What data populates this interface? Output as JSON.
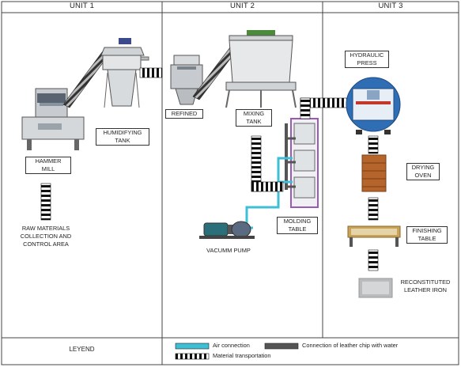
{
  "units": [
    "UNIT 1",
    "UNIT 2",
    "UNIT 3"
  ],
  "labels": {
    "hammer_mill": [
      "HAMMER",
      "MILL"
    ],
    "humidifying_tank": [
      "HUMIDIFYING",
      "TANK"
    ],
    "raw_materials": [
      "RAW MATERIALS",
      "COLLECTION AND",
      "CONTROL AREA"
    ],
    "refined": "REFINED",
    "mixing_tank": [
      "MIXING",
      "TANK"
    ],
    "molding_table": [
      "MOLDING",
      "TABLE"
    ],
    "vacuum_pump": "VACUMM PUMP",
    "hydraulic_press": [
      "HYDRAULIC",
      "PRESS"
    ],
    "drying_oven": [
      "DRYING",
      "OVEN"
    ],
    "finishing_table": [
      "FINISHING",
      "TABLE"
    ],
    "reconstituted_leather": [
      "RECONSTITUTED",
      "LEATHER IRON"
    ]
  },
  "legend": {
    "title": "LEYEND",
    "air": "Air connection",
    "water": "Connection of leather chip with water",
    "transport": "Material transportation"
  },
  "colors": {
    "air": "#3fbfd6",
    "water": "#555555",
    "frame": "#444444",
    "molding": "#9b59b6",
    "oven": "#b5652b",
    "finishing": "#c8a35a",
    "press": "#2f6db5"
  }
}
